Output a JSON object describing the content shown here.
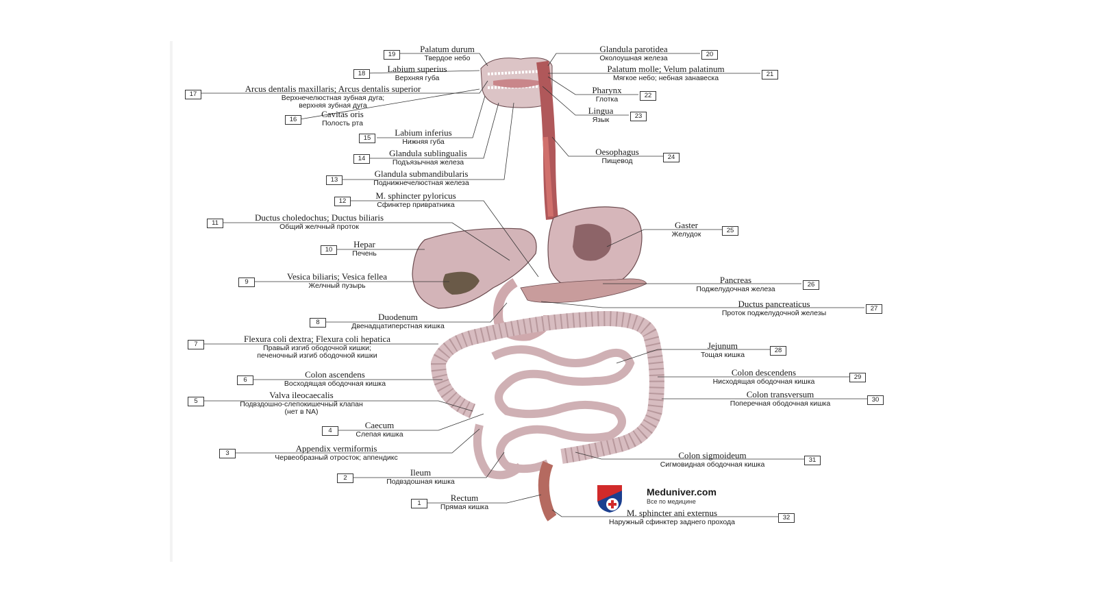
{
  "labels": [
    {
      "num": "19",
      "lat": "Palatum durum",
      "ru": "Твердое небо"
    },
    {
      "num": "18",
      "lat": "Labium superius",
      "ru": "Верхняя губа"
    },
    {
      "num": "17",
      "lat": "Arcus dentalis maxillaris; Arcus dentalis superior",
      "ru": "Верхнечелюстная зубная дуга;",
      "ru2": "верхняя зубная дуга"
    },
    {
      "num": "16",
      "lat": "Cavitas oris",
      "ru": "Полость рта"
    },
    {
      "num": "15",
      "lat": "Labium inferius",
      "ru": "Нижняя губа"
    },
    {
      "num": "14",
      "lat": "Glandula sublingualis",
      "ru": "Подъязычная железа"
    },
    {
      "num": "13",
      "lat": "Glandula submandibularis",
      "ru": "Поднижнечелюстная железа"
    },
    {
      "num": "12",
      "lat": "M. sphincter pyloricus",
      "ru": "Сфинктер привратника"
    },
    {
      "num": "11",
      "lat": "Ductus choledochus; Ductus biliaris",
      "ru": "Общий желчный проток"
    },
    {
      "num": "10",
      "lat": "Hepar",
      "ru": "Печень"
    },
    {
      "num": "9",
      "lat": "Vesica biliaris; Vesica fellea",
      "ru": "Желчный пузырь"
    },
    {
      "num": "8",
      "lat": "Duodenum",
      "ru": "Двенадцатиперстная кишка"
    },
    {
      "num": "7",
      "lat": "Flexura coli dextra; Flexura coli hepatica",
      "ru": "Правый изгиб ободочной кишки;",
      "ru2": "печеночный изгиб ободочной кишки"
    },
    {
      "num": "6",
      "lat": "Colon ascendens",
      "ru": "Восходящая ободочная кишка"
    },
    {
      "num": "5",
      "lat": "Valva ileocaecalis",
      "ru": "Подвздошно-слепокишечный клапан",
      "ru2": "(нет в NA)"
    },
    {
      "num": "4",
      "lat": "Caecum",
      "ru": "Слепая кишка"
    },
    {
      "num": "3",
      "lat": "Appendix vermiformis",
      "ru": "Червеобразный отросток; аппендикс"
    },
    {
      "num": "2",
      "lat": "Ileum",
      "ru": "Подвздошная кишка"
    },
    {
      "num": "1",
      "lat": "Rectum",
      "ru": "Прямая кишка"
    },
    {
      "num": "20",
      "lat": "Glandula parotidea",
      "ru": "Околоушная железа"
    },
    {
      "num": "21",
      "lat": "Palatum molle; Velum palatinum",
      "ru": "Мягкое небо; небная занавеска"
    },
    {
      "num": "22",
      "lat": "Pharynx",
      "ru": "Глотка"
    },
    {
      "num": "23",
      "lat": "Lingua",
      "ru": "Язык"
    },
    {
      "num": "24",
      "lat": "Oesophagus",
      "ru": "Пищевод"
    },
    {
      "num": "25",
      "lat": "Gaster",
      "ru": "Желудок"
    },
    {
      "num": "26",
      "lat": "Pancreas",
      "ru": "Поджелудочная железа"
    },
    {
      "num": "27",
      "lat": "Ductus pancreaticus",
      "ru": "Проток поджелудочной железы"
    },
    {
      "num": "28",
      "lat": "Jejunum",
      "ru": "Тощая кишка"
    },
    {
      "num": "29",
      "lat": "Colon descendens",
      "ru": "Нисходящая ободочная кишка"
    },
    {
      "num": "30",
      "lat": "Colon transversum",
      "ru": "Поперечная ободочная кишка"
    },
    {
      "num": "31",
      "lat": "Colon sigmoideum",
      "ru": "Сигмовидная ободочная кишка"
    },
    {
      "num": "32",
      "lat": "M. sphincter ani externus",
      "ru": "Наружный сфинктер заднего прохода"
    }
  ],
  "watermark": {
    "brand": "Meduniver.com",
    "sub": "Все по медицине"
  },
  "colors": {
    "organ": "#d9b9bd",
    "organ_dark": "#8a5a60",
    "muscle": "#b84a3c",
    "line": "#333333",
    "logo_blue": "#1b3f8f",
    "logo_red": "#d12a2a"
  }
}
